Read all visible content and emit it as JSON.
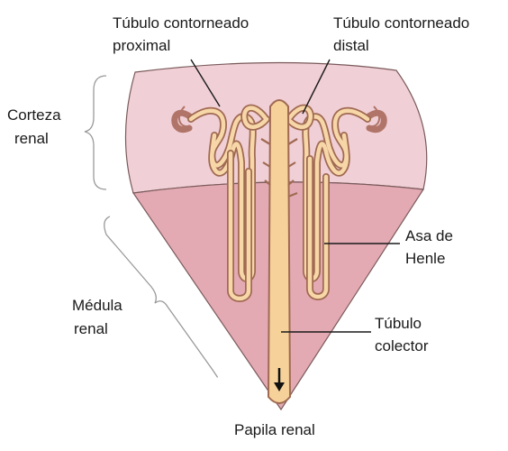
{
  "labels": {
    "proximal_line1": "Túbulo contorneado",
    "proximal_line2": "proximal",
    "distal_line1": "Túbulo contorneado",
    "distal_line2": "distal",
    "cortex_line1": "Corteza",
    "cortex_line2": "renal",
    "medulla_line1": "Médula",
    "medulla_line2": "renal",
    "henle_line1": "Asa de",
    "henle_line2": "Henle",
    "collector_line1": "Túbulo",
    "collector_line2": "colector",
    "papilla": "Papila renal"
  },
  "colors": {
    "cortex": "#f0cfd6",
    "medulla": "#e3aab4",
    "outline": "#7a5a5a",
    "tubule_fill": "#f7d7a8",
    "tubule_stroke": "#a06a52",
    "collector_fill": "#f6d29a",
    "glomerulus": "#b07468",
    "bracket": "#9a9a9a",
    "leader": "#1a1a1a"
  },
  "icons": {
    "flow_arrow": "arrow-down-icon"
  }
}
